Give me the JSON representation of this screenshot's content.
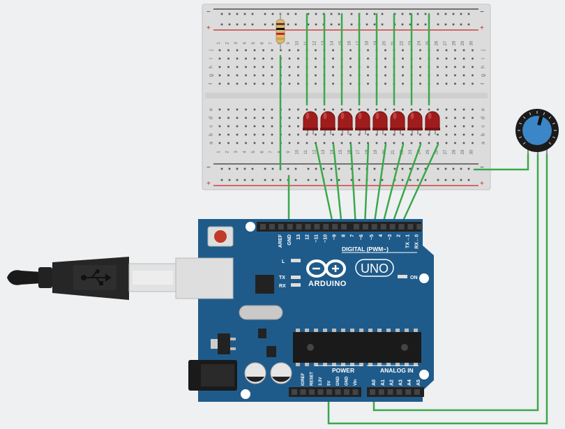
{
  "breadboard": {
    "rail_minus": "−",
    "rail_plus": "+",
    "row_letters_top": [
      "j",
      "i",
      "h",
      "g",
      "f"
    ],
    "row_letters_bottom": [
      "e",
      "d",
      "c",
      "b",
      "a"
    ],
    "column_numbers": [
      "1",
      "2",
      "3",
      "4",
      "5",
      "6",
      "7",
      "8",
      "9",
      "10",
      "11",
      "12",
      "13",
      "14",
      "15",
      "16",
      "17",
      "18",
      "19",
      "20",
      "21",
      "22",
      "23",
      "24",
      "25",
      "26",
      "27",
      "28",
      "29",
      "30"
    ]
  },
  "leds": {
    "count": 8,
    "color": "#a01c1c"
  },
  "arduino": {
    "brand": "ARDUINO",
    "model": "UNO",
    "digital_header_title": "DIGITAL (PWM~)",
    "digital_pins": [
      "AREF",
      "GND",
      "13",
      "12",
      "~11",
      "~10",
      "~9",
      "8",
      "7",
      "~6",
      "~5",
      "4",
      "~3",
      "2",
      "TX→1",
      "RX←0"
    ],
    "led_labels": [
      "L",
      "TX",
      "RX"
    ],
    "on_label": "ON",
    "power_title": "POWER",
    "power_pins": [
      "IOREF",
      "RESET",
      "3.3V",
      "5V",
      "GND",
      "GND",
      "Vin"
    ],
    "analog_title": "ANALOG IN",
    "analog_pins": [
      "A0",
      "A1",
      "A2",
      "A3",
      "A4",
      "A5"
    ],
    "board_color": "#1f5b8a"
  },
  "wire_color": "#3aa84a",
  "potentiometer": {
    "knob_color": "#3b86c6"
  }
}
